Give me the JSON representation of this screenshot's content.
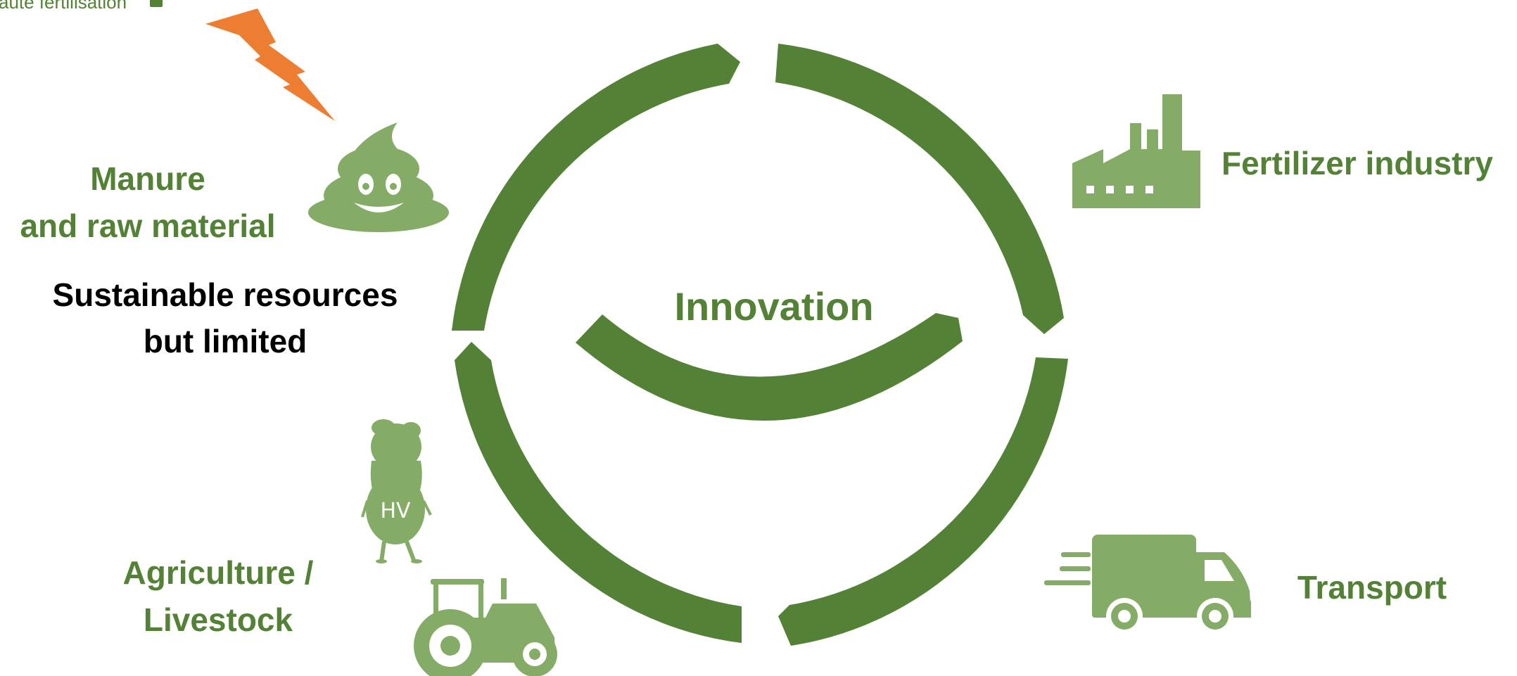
{
  "colors": {
    "ring": "#538135",
    "icon": "#84ac66",
    "label": "#538135",
    "dark_text": "#000000",
    "bolt": "#ed7d31"
  },
  "header": {
    "partial_text": "aute fertilisation",
    "partial_icon": "person-icon"
  },
  "labels": {
    "manure_line1": "Manure",
    "manure_line2": "and raw material",
    "sustainable_line1": "Sustainable resources",
    "sustainable_line2": "but limited",
    "fertilizer": "Fertilizer industry",
    "innovation": "Innovation",
    "agriculture_line1": "Agriculture /",
    "agriculture_line2": "Livestock",
    "transport": "Transport",
    "sheep_badge": "HV"
  },
  "icons": [
    "lightning-bolt-icon",
    "manure-icon",
    "factory-icon",
    "sheep-icon",
    "tractor-icon",
    "truck-icon"
  ]
}
